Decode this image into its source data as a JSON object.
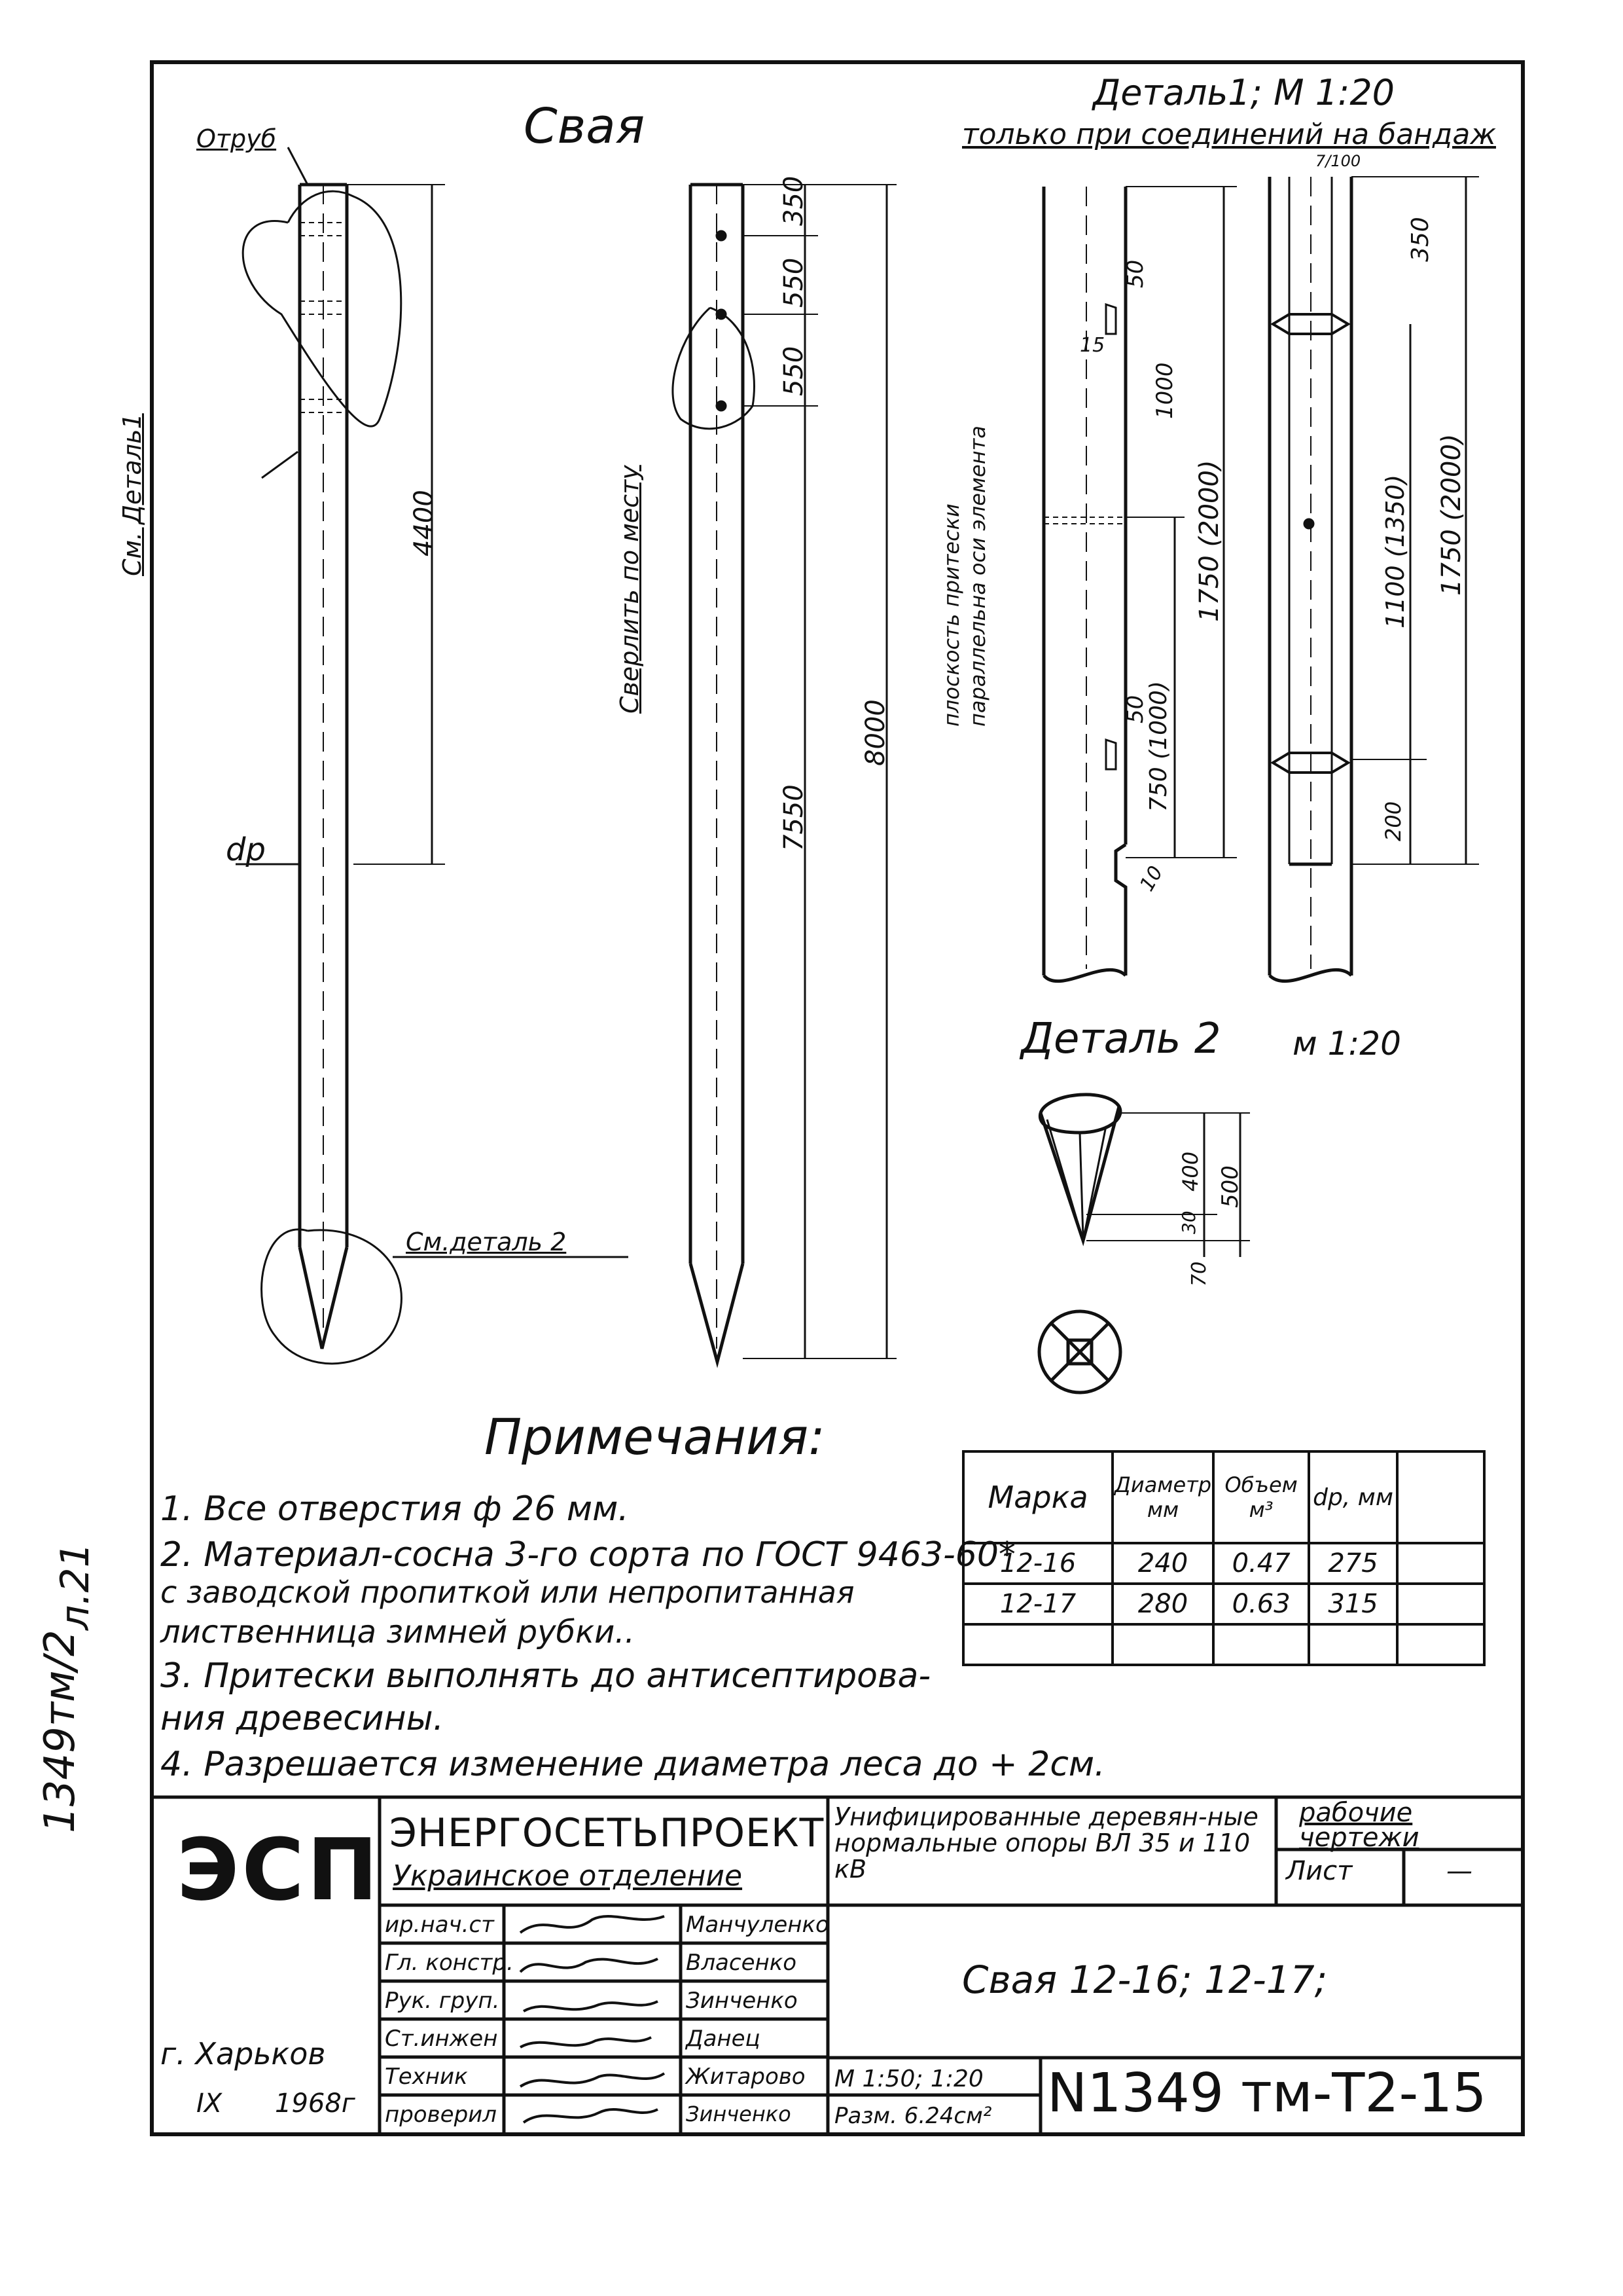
{
  "drawing": {
    "title": "Свая",
    "detail1_title": "Деталь1;  М 1:20",
    "detail1_sub": "только при соединений на бандаж",
    "detail2_title": "Деталь 2",
    "detail2_scale": "м 1:20",
    "label_otrub": "Отруб",
    "label_see_detail1": "См. Деталь1",
    "label_see_detail2": "См.деталь 2",
    "label_dp": "dр",
    "label_drill": "Сверлить по месту",
    "label_plane": "плоскость притески",
    "label_plane2": "параллельна оси элемента",
    "dims_pile1": [
      "4400"
    ],
    "dims_pile2": [
      "350",
      "550",
      "550",
      "7550",
      "8000"
    ],
    "dims_detail1_left": [
      "50",
      "15",
      "1000",
      "1750 (2000)",
      "50",
      "750 (1000)",
      "10"
    ],
    "dims_detail1_right": [
      "7/100",
      "350",
      "1100 (1350)",
      "1750 (2000)",
      "200"
    ],
    "dims_detail2": [
      "400",
      "30",
      "500",
      "70"
    ]
  },
  "notes": {
    "heading": "Примечания:",
    "items": [
      "1. Все отверстия  ф 26 мм.",
      "2. Материал-сосна 3-го сорта по ГОСТ 9463-60*",
      "   с заводской пропиткой или непропитанная",
      "лиственница  зимней рубки..",
      "3. Притески выполнять до антисептирова-",
      "ния древесины.",
      "4. Разрешается изменение диаметра леса до + 2см."
    ]
  },
  "table": {
    "headers": [
      "Марка",
      "Диаметр мм",
      "Объем м³",
      "dр, мм",
      ""
    ],
    "rows": [
      [
        "12-16",
        "240",
        "0.47",
        "275",
        ""
      ],
      [
        "12-17",
        "280",
        "0.63",
        "315",
        ""
      ],
      [
        "",
        "",
        "",
        "",
        ""
      ]
    ]
  },
  "margin": {
    "vertical_code": "1349тм/2",
    "vertical_page": "л.21"
  },
  "title_block": {
    "logo": "ЭСП",
    "org": "ЭНЕРГОСЕТЬПРОЕКТ",
    "org_sub": "Украинское отделение",
    "project": "Унифицированные деревян-ные нормальные опоры ВЛ 35 и 110 кВ",
    "stage": "рабочие чертежи",
    "sheet_label": "Лист",
    "sheet_value": "—",
    "drawing_name": "Свая 12-16; 12-17;",
    "scale": "М 1:50; 1:20",
    "size": "Разм. 6.24см²",
    "number": "N1349 тм-Т2-15",
    "city": "г. Харьков",
    "year_prefix": "IX",
    "year": "1968г",
    "roles": [
      {
        "role": "ир.нач.ст",
        "name": "Манчуленко"
      },
      {
        "role": "Гл. констр.",
        "name": "Власенко"
      },
      {
        "role": "Рук. груп.",
        "name": "Зинченко"
      },
      {
        "role": "Ст.инжен",
        "name": "Данец"
      },
      {
        "role": "Техник",
        "name": "Житарово"
      },
      {
        "role": "проверил",
        "name": "Зинченко"
      }
    ]
  }
}
